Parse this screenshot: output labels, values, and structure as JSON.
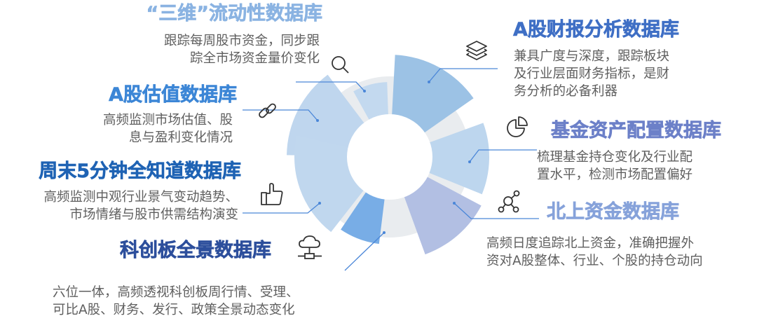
{
  "diagram": {
    "type": "radial-segment-ring",
    "center_label": "",
    "colors": {
      "ring_background": "#e9ecef",
      "center": "#ffffff",
      "connector": "#4a86d8",
      "description_text": "#5f5f5f",
      "icon_stroke": "#333333"
    }
  },
  "items": [
    {
      "id": "liquidity",
      "title": "“三维”流动性数据库",
      "desc_lines": [
        "跟踪每周股市资金，同步跟",
        "踪全市场资金量价变化"
      ],
      "icon": "search-icon",
      "title_color": "#8ab3e2",
      "segment_color": "#c3d9ef"
    },
    {
      "id": "valuation",
      "title": "A股估值数据库",
      "desc_lines": [
        "高频监测市场估值、股",
        "息与盈利变化情况"
      ],
      "icon": "link-icon",
      "title_color": "#3c86d6",
      "segment_color": "#bfd6ee"
    },
    {
      "id": "weekend",
      "title": "周末5分钟全知道数据库",
      "desc_lines": [
        "高频监测中观行业景气变动趋势、",
        "市场情绪与股市供需结构演变"
      ],
      "icon": "thumbs-up-icon",
      "title_color": "#1f63b4",
      "segment_color": "#c0d7ee"
    },
    {
      "id": "star-market",
      "title": "科创板全景数据库",
      "desc_lines": [
        "六位一体，高频透视科创板周行情、受理、",
        "可比A股、财务、发行、政策全景动态变化"
      ],
      "icon": "cloud-network-icon",
      "title_color": "#2d4f9c",
      "segment_color": "#78ade6"
    },
    {
      "id": "financials",
      "title": "A股财报分析数据库",
      "desc_lines": [
        "兼具广度与深度，跟踪板块",
        "及行业层面财务指标，是财",
        "务分析的必备利器"
      ],
      "icon": "layers-icon",
      "title_color": "#3f6fc5",
      "segment_color": "#9cc2e5"
    },
    {
      "id": "fund-allocation",
      "title": "基金资产配置数据库",
      "desc_lines": [
        "梳理基金持仓变化及行业配",
        "置水平，检测市场配置偏好"
      ],
      "icon": "pie-chart-icon",
      "title_color": "#6c80c8",
      "segment_color": "#bdd6ee"
    },
    {
      "id": "northbound",
      "title": "北上资金数据库",
      "desc_lines": [
        "高频日度追踪北上资金，准确把握外",
        "资对A股整体、行业、个股的持仓动向"
      ],
      "icon": "network-nodes-icon",
      "title_color": "#86a2da",
      "segment_color": "#b2bfe3"
    }
  ]
}
